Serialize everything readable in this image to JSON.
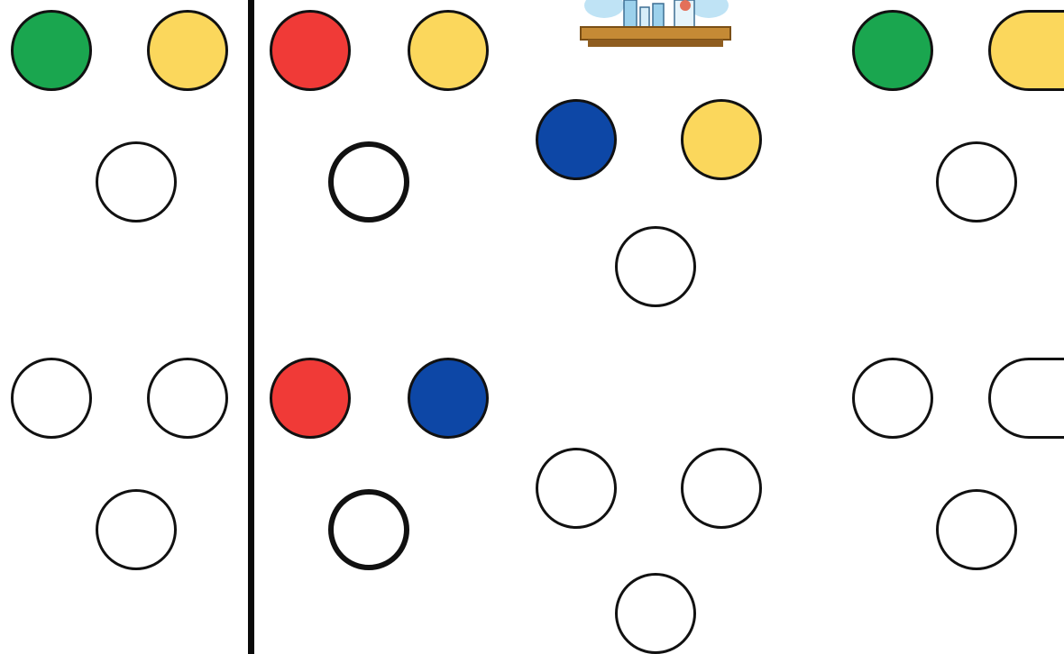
{
  "colors": {
    "green": "#1aa64f",
    "yellow": "#fbd75c",
    "red": "#f03a37",
    "blue": "#0d47a6",
    "empty": "#ffffff",
    "outline": "#111111",
    "divider": "#0a0a0a"
  },
  "puzzles": [
    {
      "id": "green-yellow",
      "inputs": [
        "green",
        "yellow"
      ],
      "result": "empty"
    },
    {
      "id": "red-yellow",
      "inputs": [
        "red",
        "yellow"
      ],
      "result": "empty"
    },
    {
      "id": "blue-yellow",
      "inputs": [
        "blue",
        "yellow"
      ],
      "result": "empty"
    },
    {
      "id": "green-yellow-right",
      "inputs": [
        "green",
        "yellow"
      ],
      "result": "empty"
    },
    {
      "id": "empty-pair-left",
      "inputs": [
        "empty",
        "empty"
      ],
      "result": "empty"
    },
    {
      "id": "red-blue",
      "inputs": [
        "red",
        "blue"
      ],
      "result": "empty"
    },
    {
      "id": "empty-pair-center",
      "inputs": [
        "empty",
        "empty"
      ],
      "result": "empty"
    },
    {
      "id": "empty-pair-right",
      "inputs": [
        "empty",
        "empty"
      ],
      "result": "empty"
    }
  ],
  "decoration": {
    "icon": "science-lab-table-icon"
  }
}
